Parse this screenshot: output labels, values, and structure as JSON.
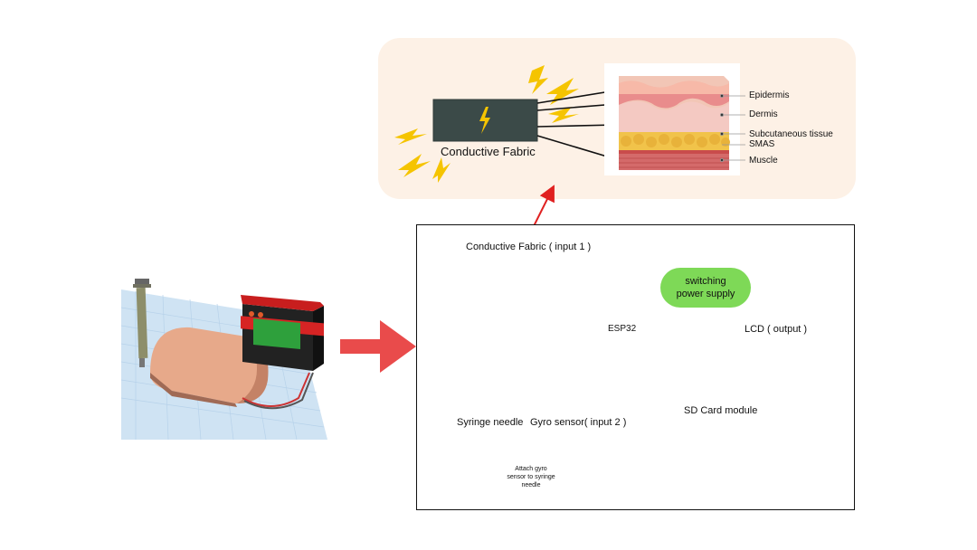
{
  "top_panel": {
    "fabric_label": "Conductive Fabric",
    "skin_layers": [
      "Epidermis",
      "Dermis",
      "Subcutaneous tissue",
      "SMAS",
      "Muscle"
    ]
  },
  "circuit": {
    "fabric_input_label": "Conductive Fabric ( input 1 )",
    "power_supply_label_line1": "switching",
    "power_supply_label_line2": "power supply",
    "esp32_label": "ESP32",
    "lcd_label": "LCD ( output )",
    "sd_label": "SD Card module",
    "syringe_label": "Syringe needle",
    "gyro_label": "Gyro sensor( input 2 )",
    "attach_note_line1": "Attach gyro",
    "attach_note_line2": "sensor to syringe",
    "attach_note_line3": "needle"
  },
  "colors": {
    "panel_bg": "#fdf1e6",
    "big_arrow": "#e94b4b",
    "red_arrow": "#e02020",
    "power_pill": "#7ed957",
    "lcd_screen": "#5b4fe6",
    "fabric": "#3b4a48",
    "lightning": "#f5c400"
  }
}
